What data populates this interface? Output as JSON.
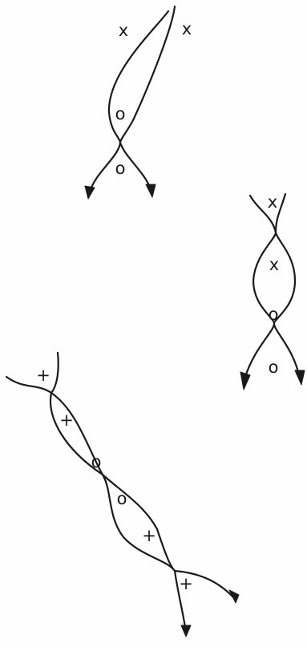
{
  "diagrams": [
    {
      "id": "top-left",
      "marks": [
        "x",
        "x",
        "o",
        "o"
      ]
    },
    {
      "id": "right",
      "marks": [
        "x",
        "x",
        "o",
        "o"
      ]
    },
    {
      "id": "bottom-left",
      "marks": [
        "+",
        "+",
        "o",
        "o",
        "+",
        "+"
      ]
    }
  ],
  "colors": {
    "ink": "#1a1a1a",
    "paper": "#fefefe"
  }
}
